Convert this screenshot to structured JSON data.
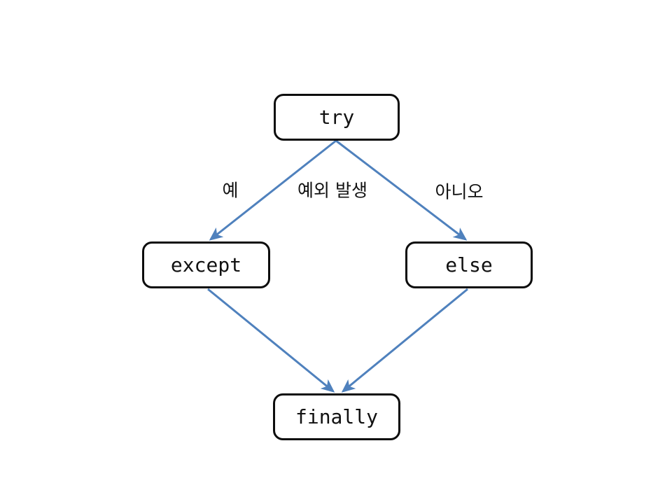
{
  "diagram": {
    "type": "flowchart",
    "topic": "Python try / except / else / finally exception handling flow",
    "background_color": "#ffffff",
    "node_border_color": "#0d0d0d",
    "arrow_color": "#4f81bd",
    "nodes": [
      {
        "id": "try",
        "label": "try",
        "position": "top-center"
      },
      {
        "id": "except",
        "label": "except",
        "position": "middle-left"
      },
      {
        "id": "else",
        "label": "else",
        "position": "middle-right"
      },
      {
        "id": "finally",
        "label": "finally",
        "position": "bottom-center"
      }
    ],
    "edges": [
      {
        "from": "try",
        "to": "except",
        "label": "예"
      },
      {
        "from": "try",
        "to": "else",
        "label": "아니오"
      },
      {
        "from": "except",
        "to": "finally",
        "label": ""
      },
      {
        "from": "else",
        "to": "finally",
        "label": ""
      }
    ],
    "condition_label": "예외 발생"
  }
}
